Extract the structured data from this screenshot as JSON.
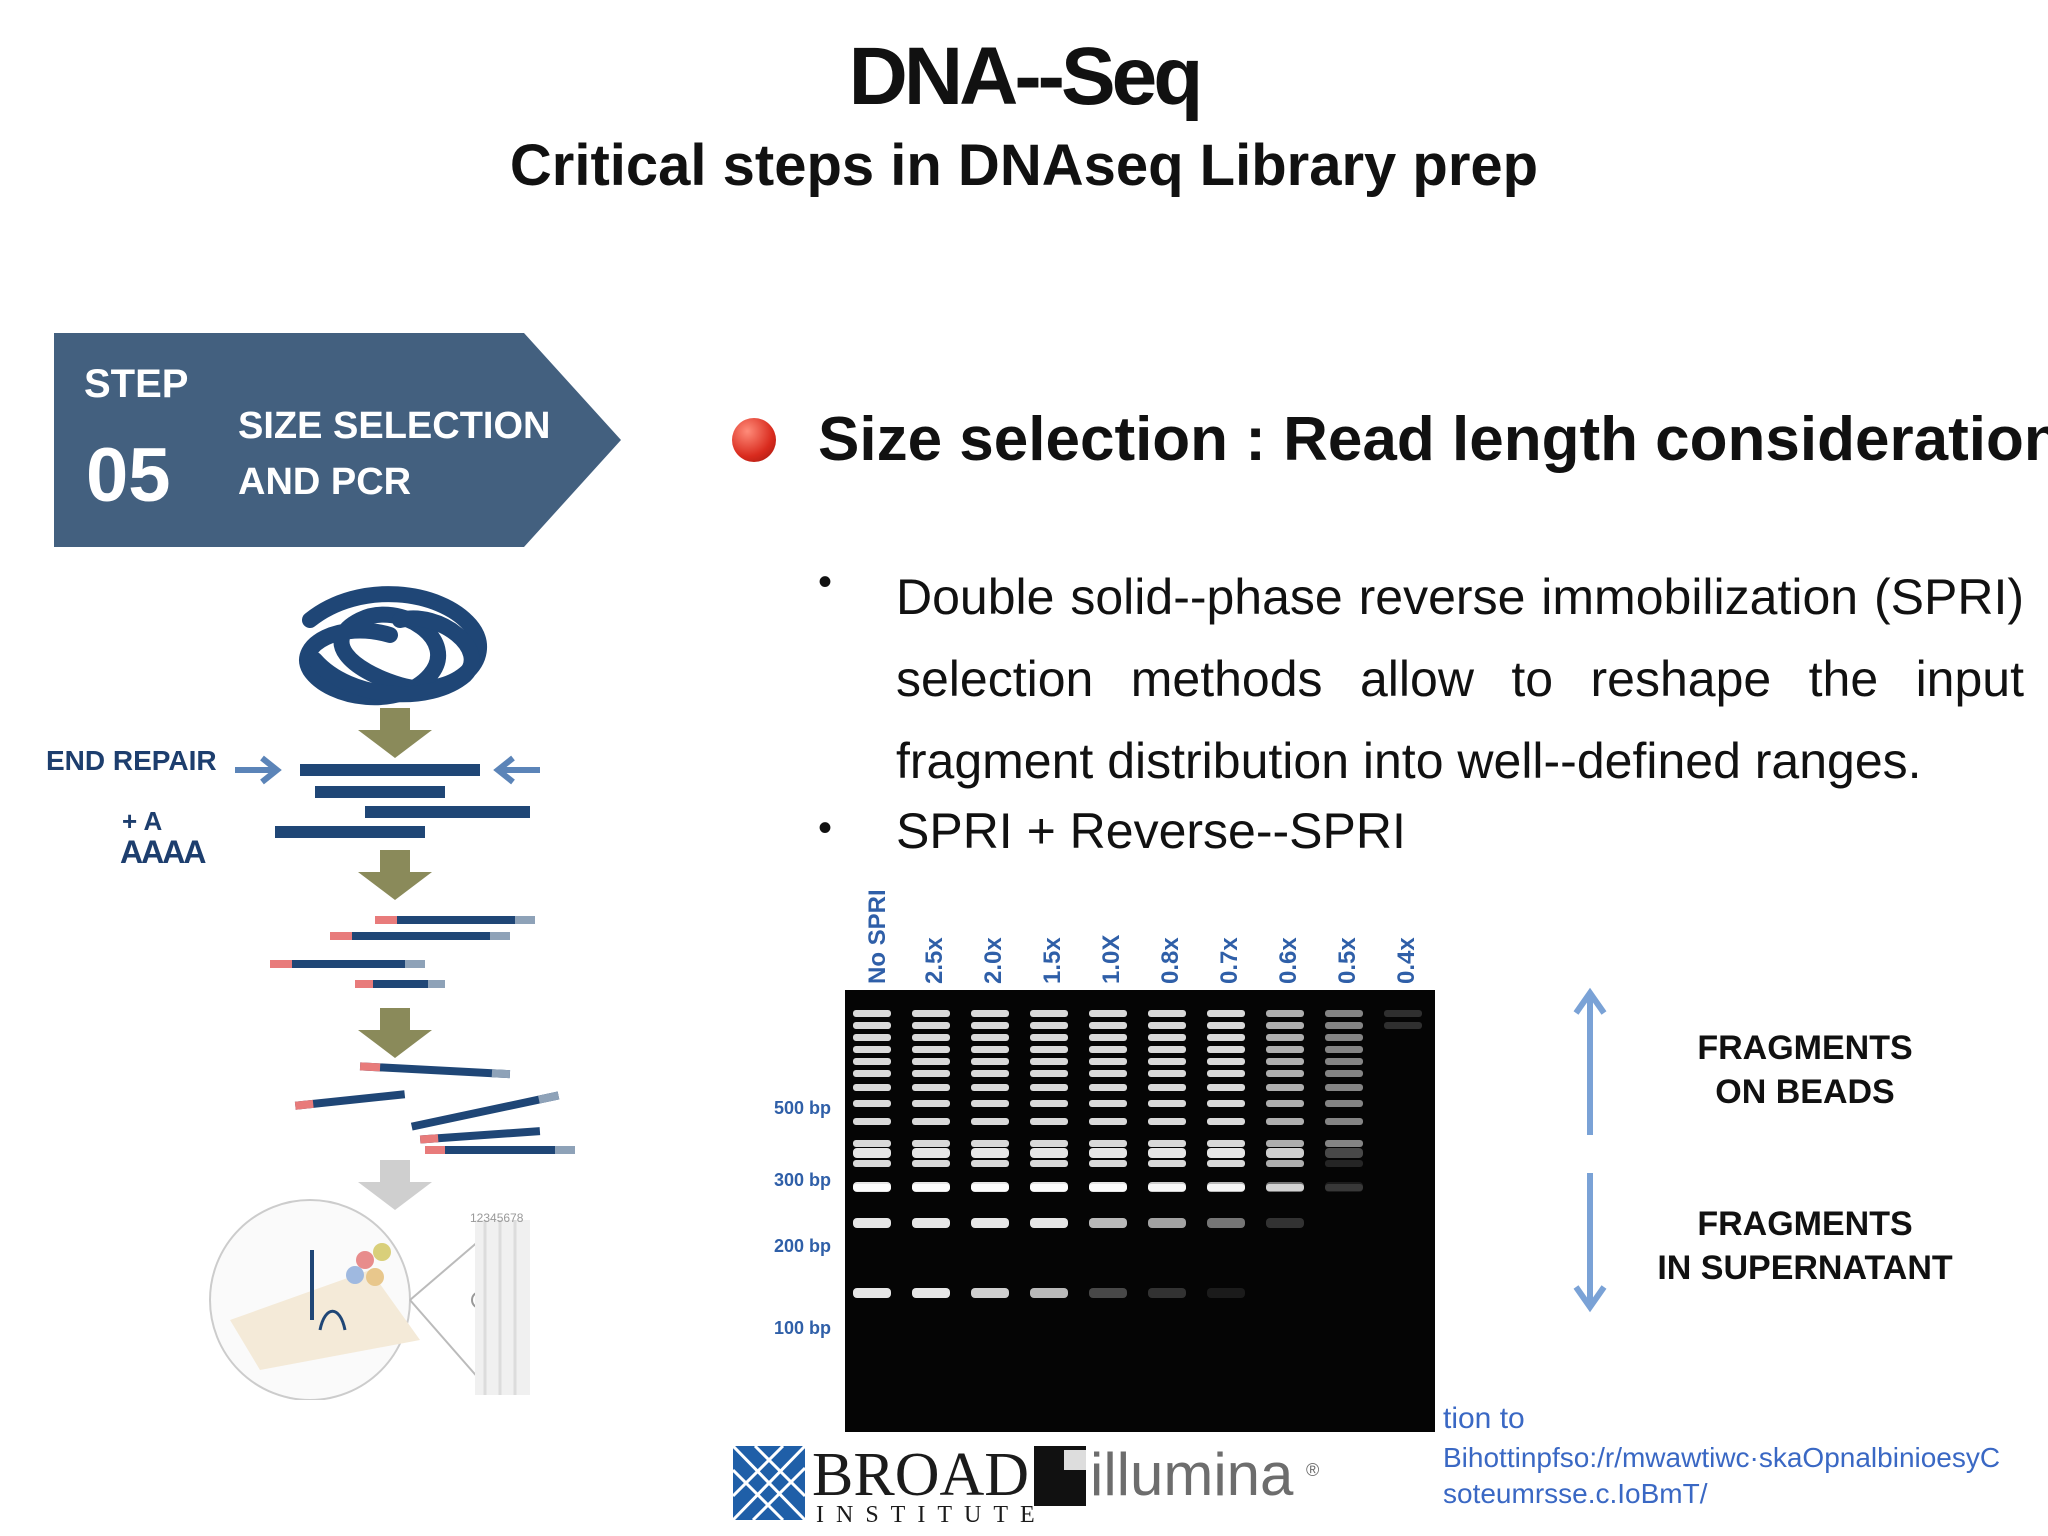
{
  "header": {
    "title": "DNA--Seq",
    "subtitle": "Critical steps in DNAseq Library prep"
  },
  "step": {
    "label": "STEP",
    "number": "05",
    "title_line1": "SIZE SELECTION",
    "title_line2": "AND PCR",
    "color": "#43607f"
  },
  "diagram": {
    "end_repair_label": "END REPAIR",
    "a_tail_label": "+ A",
    "a_letters": "AAAA",
    "plate_numbers": "12345678"
  },
  "content": {
    "heading": "Size selection : Read length considerations",
    "bullets": [
      "Double solid--phase reverse immobilization (SPRI) selection methods allow to reshape the input fragment distribution into well--defined ranges.",
      "SPRI + Reverse--SPRI"
    ]
  },
  "gel": {
    "lanes": [
      "No SPRI",
      "2.5x",
      "2.0x",
      "1.5x",
      "1.0X",
      "0.8x",
      "0.7x",
      "0.6x",
      "0.5x",
      "0.4x"
    ],
    "size_markers": [
      "500 bp",
      "300 bp",
      "200 bp",
      "100 bp"
    ]
  },
  "annotations": {
    "beads_line1": "FRAGMENTS",
    "beads_line2": "ON BEADS",
    "supernatant_line1": "FRAGMENTS",
    "supernatant_line2": "IN SUPERNATANT"
  },
  "footer": {
    "broad_name": "BROAD",
    "broad_sub": "INSTITUTE",
    "illumina": "illumina",
    "credit_line1": "tion to",
    "credit_line2": "Bihottinpfso:/r/mwawtiwc·skaOpnalbinioesyC",
    "credit_line3": "soteumrsse.c.IoBmT/"
  },
  "colors": {
    "banner": "#43607f",
    "strand": "#1f4676",
    "arrow": "#8a8a5a",
    "bullet": "#d92b1e",
    "lane_label": "#2f5fa8"
  }
}
